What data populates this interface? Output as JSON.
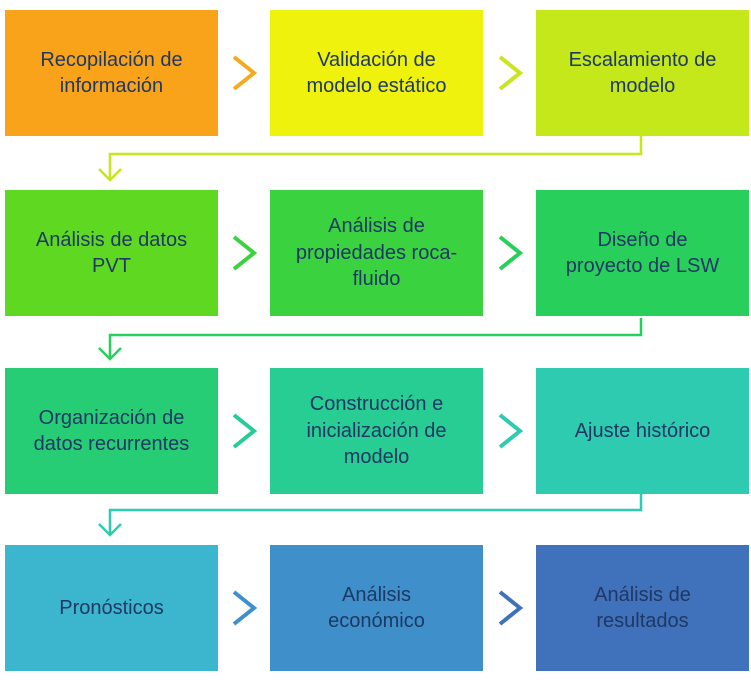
{
  "diagram": {
    "title": "LSW workflow diagram",
    "text_color": "#1F3864",
    "rows": [
      {
        "boxes": [
          {
            "label": "Recopilación de información",
            "color": "#F8A31A"
          },
          {
            "label": "Validación de modelo estático",
            "color": "#EEF20D"
          },
          {
            "label": "Escalamiento de modelo",
            "color": "#C4E81A"
          }
        ],
        "arrows": [
          "#F5A91C",
          "#C8E51E"
        ],
        "wrap_color": "#C4E81A"
      },
      {
        "boxes": [
          {
            "label": "Análisis de datos PVT",
            "color": "#5FD822"
          },
          {
            "label": "Análisis de propiedades roca-fluido",
            "color": "#3AD33F"
          },
          {
            "label": "Diseño de proyecto de LSW",
            "color": "#28CF5B"
          }
        ],
        "arrows": [
          "#3AD33F",
          "#28CF5B"
        ],
        "wrap_color": "#28CF5B"
      },
      {
        "boxes": [
          {
            "label": "Organización de datos recurrentes",
            "color": "#26CD75"
          },
          {
            "label": "Construcción e inicialización de modelo",
            "color": "#27CD92"
          },
          {
            "label": "Ajuste histórico",
            "color": "#2FCBB1"
          }
        ],
        "arrows": [
          "#27CD92",
          "#2FCBB1"
        ],
        "wrap_color": "#2FCBB1"
      },
      {
        "boxes": [
          {
            "label": "Pronósticos",
            "color": "#3BB6CE"
          },
          {
            "label": "Análisis económico",
            "color": "#3E8FCA"
          },
          {
            "label": "Análisis de resultados",
            "color": "#4071BB"
          }
        ],
        "arrows": [
          "#3E8FCA",
          "#4071BB"
        ],
        "wrap_color": null
      }
    ]
  }
}
